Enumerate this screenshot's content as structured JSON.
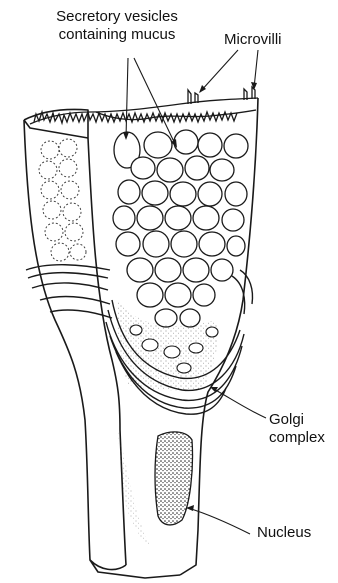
{
  "labels": {
    "secretory_line1": "Secretory vesicles",
    "secretory_line2": "containing mucus",
    "microvilli": "Microvilli",
    "golgi_line1": "Golgi",
    "golgi_line2": "complex",
    "nucleus": "Nucleus"
  },
  "colors": {
    "ink": "#1a1a1a",
    "background": "#ffffff",
    "stipple": "#555555"
  }
}
